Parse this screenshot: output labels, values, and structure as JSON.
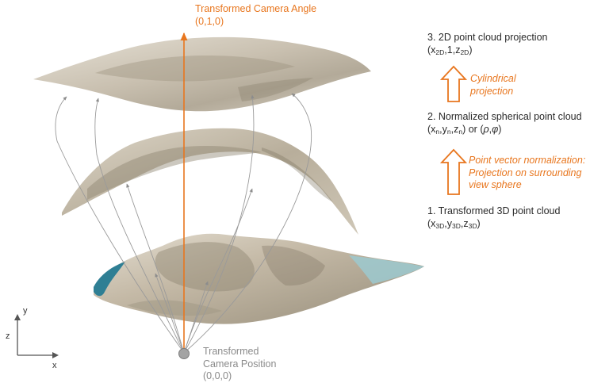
{
  "camera_angle": {
    "title": "Transformed Camera Angle",
    "value": "(0,1,0)"
  },
  "camera_position": {
    "line1": "Transformed",
    "line2": "Camera Position",
    "value": "(0,0,0)"
  },
  "steps": [
    {
      "title": "3. 2D point cloud projection",
      "formula": {
        "open": "(x",
        "s1": "2D",
        "mid1": ",1,z",
        "s2": "2D",
        "close": ")"
      }
    },
    {
      "title": "2. Normalized spherical point cloud",
      "formula": {
        "open": "(x",
        "s1": "n",
        "c1": ",y",
        "s2": "n",
        "c2": ",z",
        "s3": "n",
        "tail": ") or (",
        "rho": "ρ",
        "comma": ",",
        "phi": "φ",
        "close": ")"
      }
    },
    {
      "title": "1. Transformed 3D point cloud",
      "formula": {
        "open": "(x",
        "s1": "3D",
        "c1": ",y",
        "s2": "3D",
        "c2": ",z",
        "s3": "3D",
        "close": ")"
      }
    }
  ],
  "transitions": [
    {
      "line1": "Cylindrical",
      "line2": "projection"
    },
    {
      "line1": "Point vector normalization:",
      "line2": "Projection on surrounding",
      "line3": "view sphere"
    }
  ],
  "axes": {
    "y": "y",
    "z": "z",
    "x": "x"
  },
  "colors": {
    "accent": "#e8761e",
    "ray": "#9a9a9a",
    "camera_dot": "#9e9e9e"
  }
}
